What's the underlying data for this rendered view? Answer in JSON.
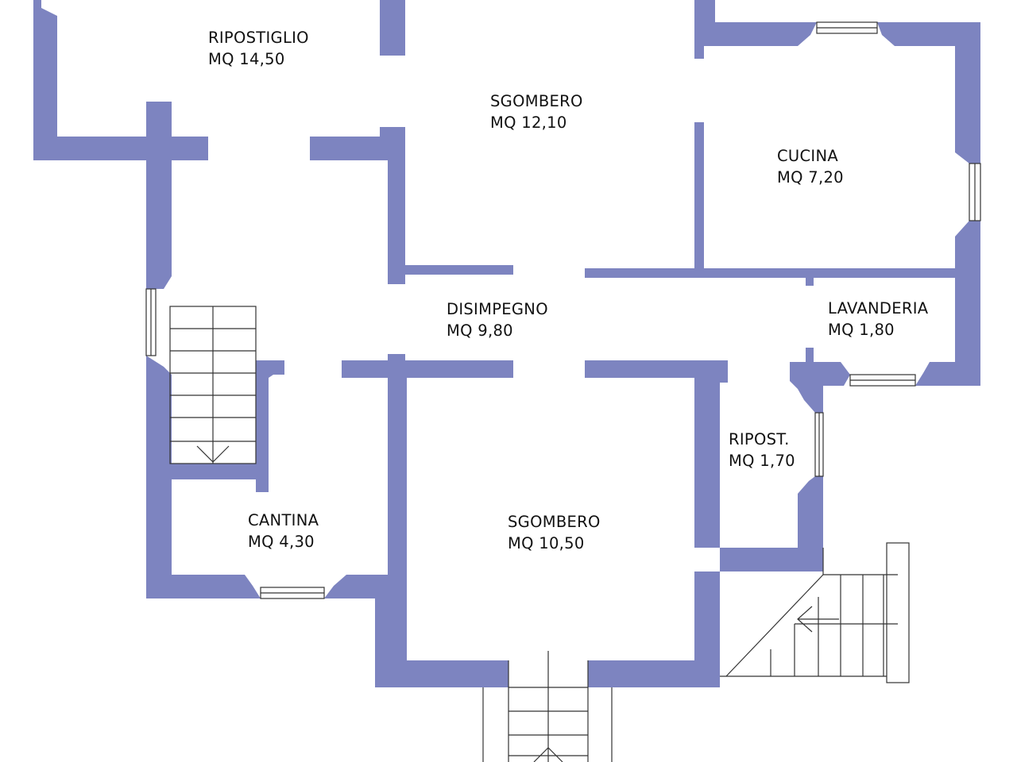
{
  "colors": {
    "wall": "#7d84c0",
    "background": "#ffffff",
    "line": "#333333"
  },
  "rooms": [
    {
      "name": "RIPOSTIGLIO",
      "area": "MQ 14,50"
    },
    {
      "name": "SGOMBERO",
      "area": "MQ 12,10"
    },
    {
      "name": "CUCINA",
      "area": "MQ 7,20"
    },
    {
      "name": "DISIMPEGNO",
      "area": "MQ 9,80"
    },
    {
      "name": "LAVANDERIA",
      "area": "MQ 1,80"
    },
    {
      "name": "RIPOST.",
      "area": "MQ 1,70"
    },
    {
      "name": "CANTINA",
      "area": "MQ 4,30"
    },
    {
      "name": "SGOMBERO",
      "area": "MQ 10,50"
    }
  ]
}
